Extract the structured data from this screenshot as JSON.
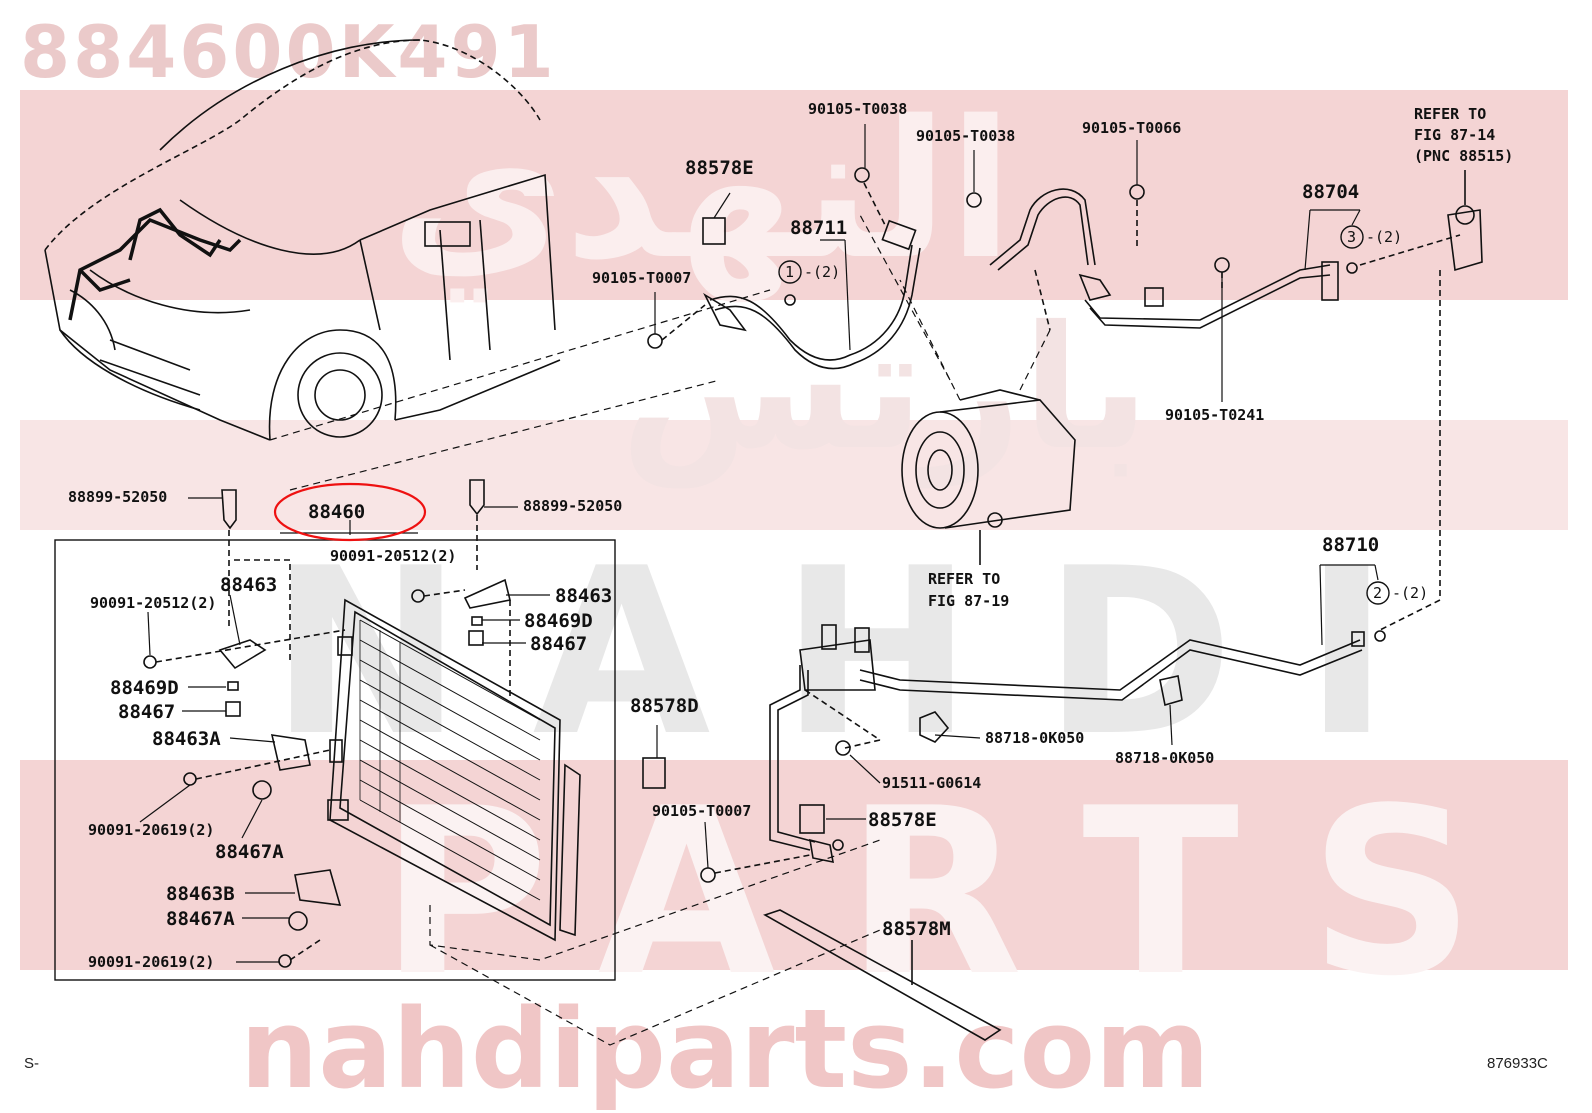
{
  "watermark": {
    "part_number": "884600K491",
    "arabic_top": "النهدي",
    "arabic_middle": "بارتس",
    "nahdi": "NAHDI",
    "parts": "PARTS",
    "site": "nahdiparts.com"
  },
  "callouts": [
    {
      "number": "1",
      "qty": "-(2)"
    },
    {
      "number": "3",
      "qty": "-(2)"
    },
    {
      "number": "2",
      "qty": "-(2)"
    }
  ],
  "labels": {
    "l01": "88899-52050",
    "l02": "88460",
    "l03": "88899-52050",
    "l04": "90091-20512(2)",
    "l05": "88463",
    "l06": "90091-20512(2)",
    "l07": "88463",
    "l08": "88469D",
    "l09": "88467",
    "l10": "88469D",
    "l11": "88467",
    "l12": "88463A",
    "l13": "90091-20619(2)",
    "l14": "88467A",
    "l15": "88463B",
    "l16": "88467A",
    "l17": "90091-20619(2)",
    "l18": "88578E",
    "l19": "88711",
    "l20": "90105-T0007",
    "l21": "90105-T0038",
    "l22": "90105-T0038",
    "l23": "90105-T0066",
    "l24": "REFER TO",
    "l25": "FIG 87-14",
    "l26": "(PNC 88515)",
    "l27": "88704",
    "l28": "90105-T0241",
    "l29": "REFER TO",
    "l30": "FIG 87-19",
    "l31": "88710",
    "l32": "88578D",
    "l33": "88718-0K050",
    "l34": "88718-0K050",
    "l35": "91511-G0614",
    "l36": "90105-T0007",
    "l37": "88578E",
    "l38": "88578M"
  },
  "footer": {
    "prefix": "S-",
    "figure_code": "876933C"
  },
  "colors": {
    "highlight": "#ee1111",
    "watermark": "#f4d4d4",
    "line": "#111111"
  }
}
